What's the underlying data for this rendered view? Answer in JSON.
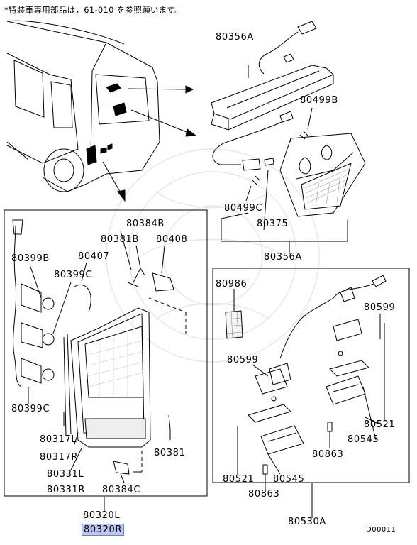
{
  "note": "*特装車専用部品は，61-010 を参照願います。",
  "diagram_code": "D00011",
  "parts": {
    "p80356A_top": "80356A",
    "p80356A_bottom": "80356A",
    "p80499B": "80499B",
    "p80499C": "80499C",
    "p80375": "80375",
    "p80384B": "80384B",
    "p80381B": "80381B",
    "p80408": "80408",
    "p80399B": "80399B",
    "p80407": "80407",
    "p80399C_upper": "80399C",
    "p80399C_lower": "80399C",
    "p80317L": "80317L",
    "p80317R": "80317R",
    "p80331L": "80331L",
    "p80331R": "80331R",
    "p80384C": "80384C",
    "p80381": "80381",
    "p80986": "80986",
    "p80599_right": "80599",
    "p80599_left": "80599",
    "p80521_right": "80521",
    "p80521_left": "80521",
    "p80545_right": "80545",
    "p80545_left": "80545",
    "p80863_right": "80863",
    "p80863_left": "80863",
    "p80530A": "80530A",
    "p80320L": "80320L",
    "p80320R": "80320R"
  }
}
